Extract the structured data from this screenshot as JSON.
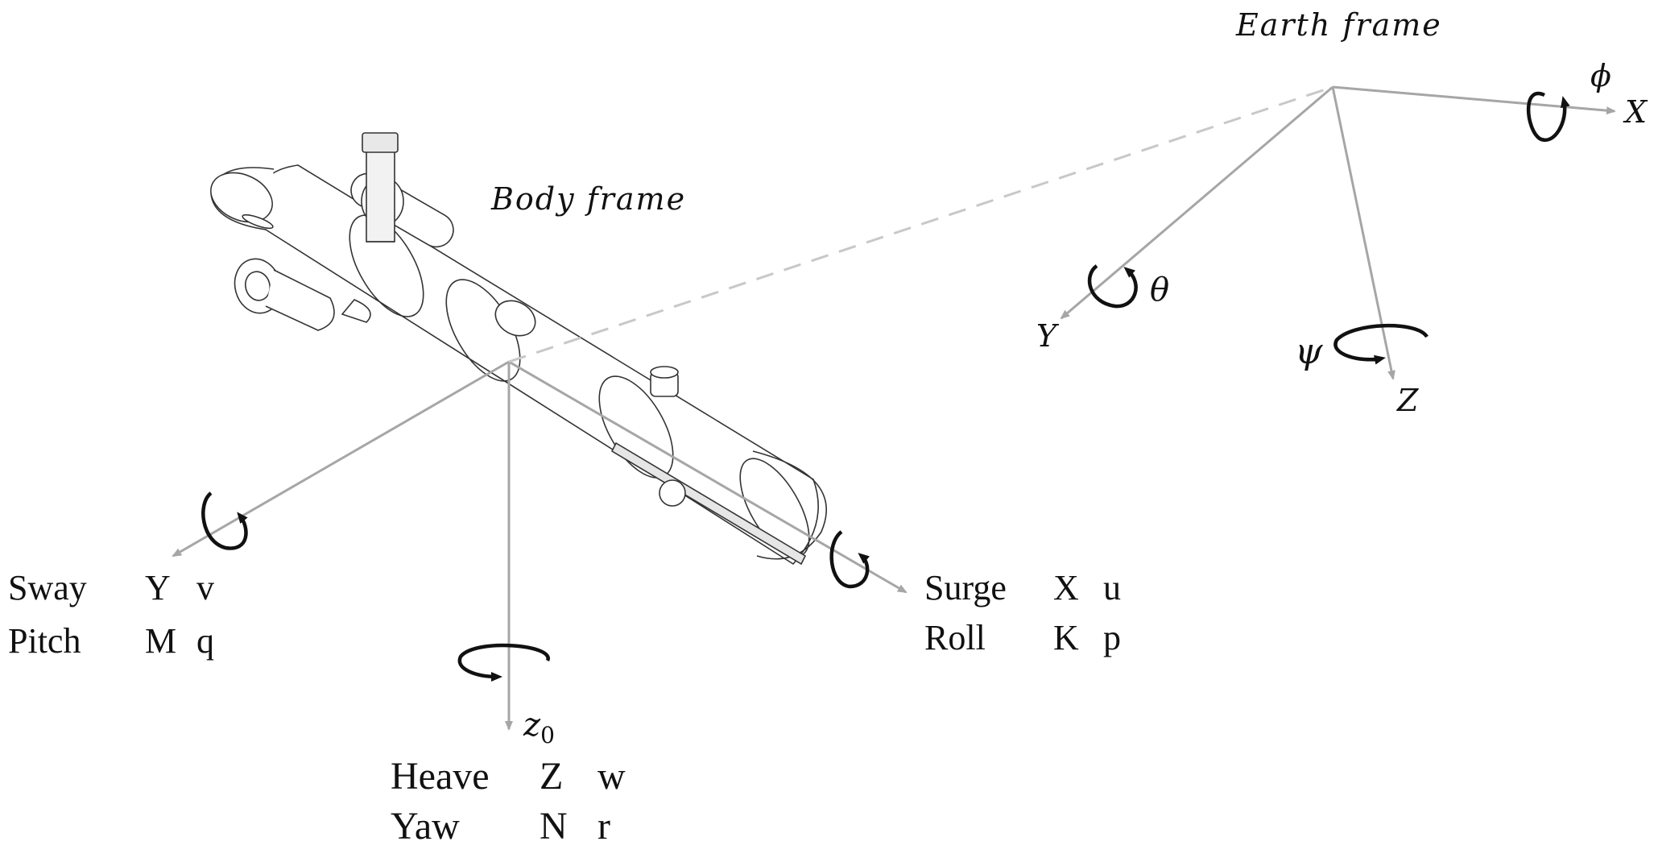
{
  "earth_frame": {
    "title": "Earth frame",
    "axes": {
      "x": "X",
      "y": "Y",
      "z": "Z"
    },
    "angles": {
      "roll": "ϕ",
      "pitch": "θ",
      "yaw": "ψ"
    }
  },
  "body_frame": {
    "title": "Body frame",
    "z_axis_label": "z",
    "z_axis_subscript": "0"
  },
  "dof_labels": {
    "sway": {
      "name": "Sway",
      "force": "Y",
      "velocity": "v"
    },
    "pitch": {
      "name": "Pitch",
      "force": "M",
      "velocity": "q"
    },
    "surge": {
      "name": "Surge",
      "force": "X",
      "velocity": "u"
    },
    "roll": {
      "name": "Roll",
      "force": "K",
      "velocity": "p"
    },
    "heave": {
      "name": "Heave",
      "force": "Z",
      "velocity": "w"
    },
    "yaw": {
      "name": "Yaw",
      "force": "N",
      "velocity": "r"
    }
  },
  "colors": {
    "axis": "#a6a6a6",
    "dashed": "#c8c8c8",
    "rotation_arrow": "#111111",
    "vehicle_outline": "#333333"
  }
}
